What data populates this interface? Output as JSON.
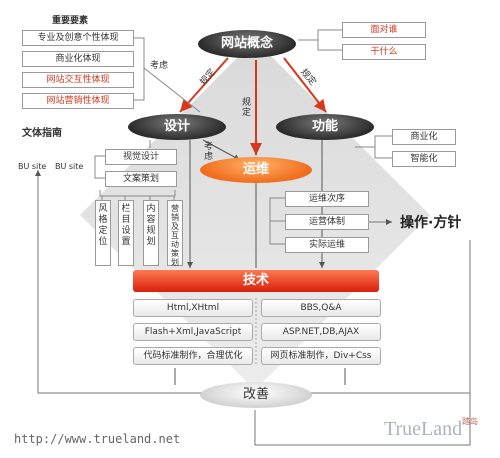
{
  "top": {
    "center": "网站概念",
    "right_items": [
      "面对谁",
      "干什么"
    ]
  },
  "factors": {
    "title": "重要要素",
    "items": [
      "专业及创意个性体现",
      "商业化体现",
      "网站交互性体现",
      "网站营销性体现"
    ],
    "red_flags": [
      false,
      false,
      true,
      true
    ]
  },
  "consider_label": "考虑",
  "design": {
    "label": "设计",
    "guide": "文体指南",
    "bu_items": [
      "BU site",
      "BU site"
    ],
    "sub_items": [
      "视觉设计",
      "文案策划"
    ],
    "vertical_items": [
      "风格定位",
      "栏目设置",
      "内容规划",
      "营销及互动策划"
    ]
  },
  "function": {
    "label": "功能",
    "items": [
      "商业化",
      "智能化"
    ]
  },
  "ops": {
    "label": "运维",
    "items": [
      "运维次序",
      "运营体制",
      "实际运维"
    ],
    "side": "操作·方针"
  },
  "arrows": {
    "plan1": "规定",
    "plan2": "规定",
    "plan3": "规定",
    "consider2": "考虑"
  },
  "tech": {
    "label": "技术",
    "items": [
      "Html,XHtml",
      "BBS,Q&A",
      "Flash+Xml,JavaScript",
      "ASP.NET,DB,AJAX",
      "代码标准制作，合理优化",
      "网页标准制作，Div+Css"
    ]
  },
  "improve": {
    "label": "改善"
  },
  "footer": {
    "url": "http://www.trueland.net",
    "brand": "TrueLand",
    "brand_cn": "踏岛"
  },
  "colors": {
    "accent": "#d9361c",
    "orange": "#f06d1c",
    "dark": "#2c2c2c"
  }
}
